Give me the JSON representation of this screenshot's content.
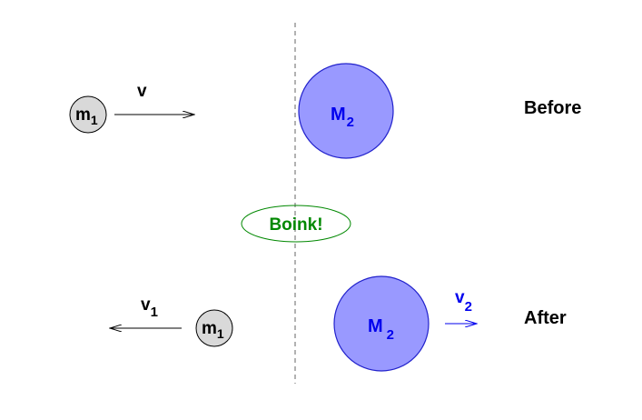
{
  "colors": {
    "small_ball_fill": "#d9d9d9",
    "big_ball_fill": "#9999ff",
    "big_ball_stroke": "#2222cc",
    "blue_text": "#0000ee",
    "green": "#008800",
    "black": "#000000"
  },
  "before": {
    "small_ball": {
      "label": "m",
      "subscript": "1"
    },
    "velocity": {
      "label": "v"
    },
    "big_ball": {
      "label": "M",
      "subscript": "2"
    },
    "caption": "Before"
  },
  "impact": {
    "label": "Boink!"
  },
  "after": {
    "velocity_small": {
      "label": "v",
      "subscript": "1"
    },
    "small_ball": {
      "label": "m",
      "subscript": "1"
    },
    "big_ball": {
      "label": "M",
      "subscript": "2"
    },
    "velocity_big": {
      "label": "v",
      "subscript": "2"
    },
    "caption": "After"
  }
}
